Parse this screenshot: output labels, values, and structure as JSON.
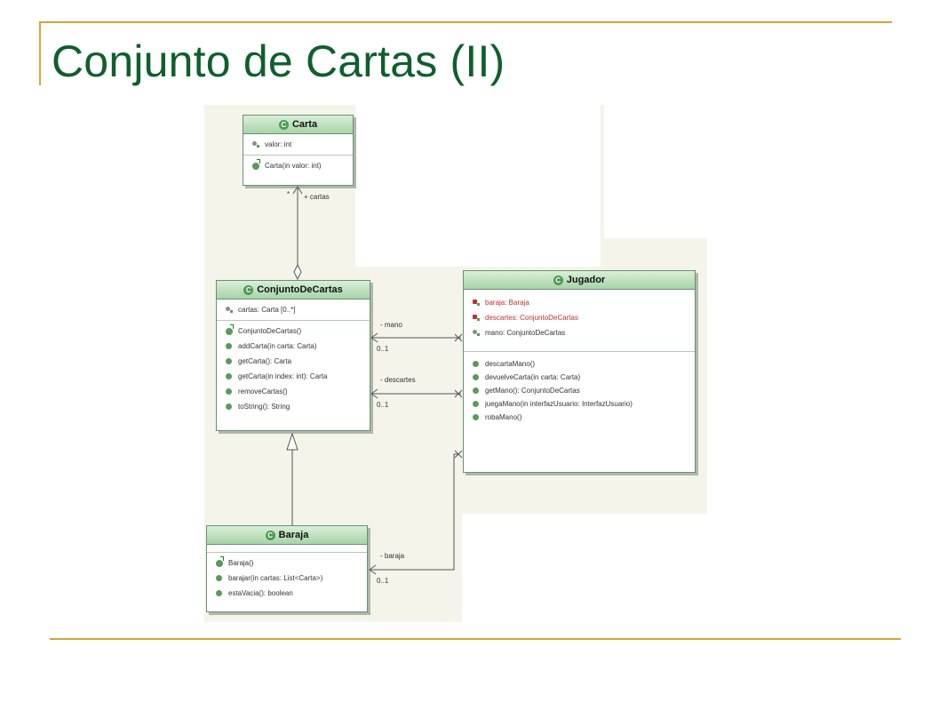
{
  "slide": {
    "title": "Conjunto de Cartas (II)"
  },
  "diagram": {
    "classes": {
      "carta": {
        "name": "Carta",
        "attributes": [
          "valor: int"
        ],
        "methods": [
          "Carta(in valor: int)"
        ]
      },
      "conjunto": {
        "name": "ConjuntoDeCartas",
        "attributes": [
          "cartas: Carta [0..*]"
        ],
        "methods": [
          "ConjuntoDeCartas()",
          "addCarta(in carta: Carta)",
          "getCarta(): Carta",
          "getCarta(in index: int): Carta",
          "removeCartas()",
          "toString(): String"
        ]
      },
      "jugador": {
        "name": "Jugador",
        "attributes": [
          "baraja: Baraja",
          "descartes: ConjuntoDeCartas",
          "mano: ConjuntoDeCartas"
        ],
        "methods": [
          "descartaMano()",
          "devuelveCarta(in carta: Carta)",
          "getMano(): ConjuntoDeCartas",
          "juegaMano(in interfazUsuario: InterfazUsuario)",
          "robaMano()"
        ]
      },
      "baraja": {
        "name": "Baraja",
        "attributes": [],
        "methods": [
          "Baraja()",
          "barajar(in cartas: List<Carta>)",
          "estaVacia(): boolean"
        ]
      }
    },
    "associations": {
      "cartas": {
        "role": "+ cartas",
        "mult": "*"
      },
      "mano": {
        "role": "- mano",
        "mult": "0..1"
      },
      "descartes": {
        "role": "- descartes",
        "mult": "0..1"
      },
      "baraja": {
        "role": "- baraja",
        "mult": "0..1"
      }
    },
    "colors": {
      "title": "#0f5f2c",
      "rule": "#d4a53a",
      "header": "#a8d4a8",
      "private_member": "#c03030"
    }
  }
}
